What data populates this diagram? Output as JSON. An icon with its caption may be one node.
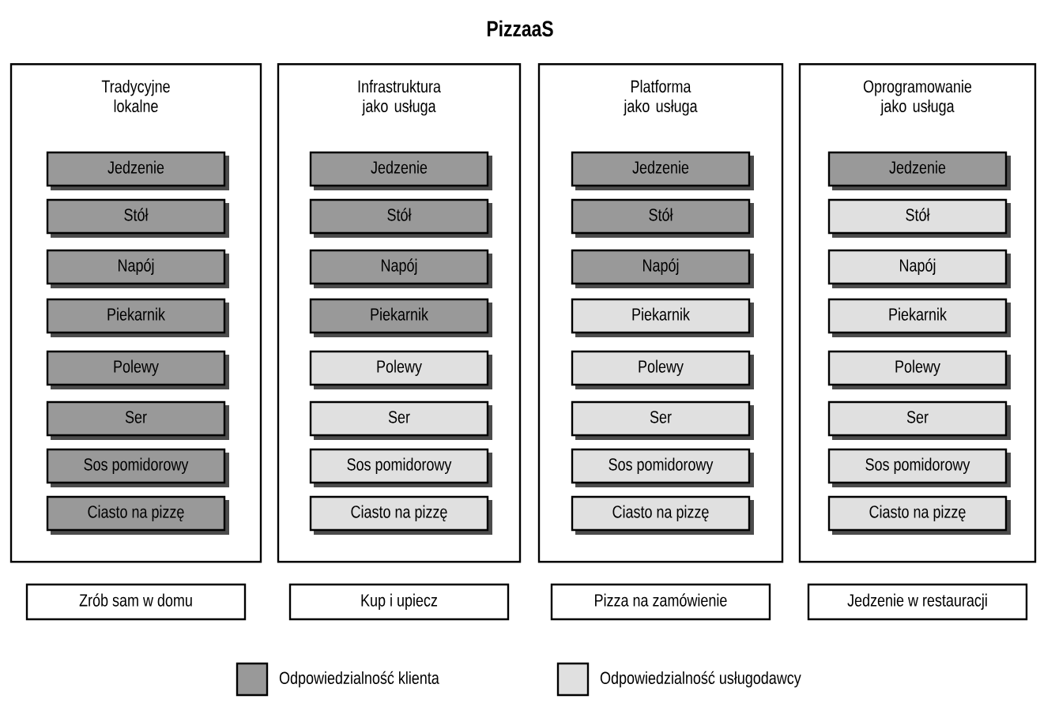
{
  "diagram": {
    "title": "PizzaaS",
    "nodes": [
      {
        "text": [
          "Tradycyjne lokalne"
        ]
      },
      {
        "text": [
          "Jedzenie"
        ],
        "in": 0
      },
      {
        "text": [
          "Stół"
        ],
        "in": 0
      },
      {
        "text": [
          "Napój"
        ],
        "in": 0
      },
      {
        "text": [
          "Piekarnik"
        ],
        "in": 0
      },
      {
        "text": [
          "Polewy"
        ],
        "in": 0
      },
      {
        "text": [
          "Ser"
        ],
        "in": 0
      },
      {
        "text": [
          "Sos pomidorowy"
        ],
        "in": 0
      },
      {
        "text": [
          "Ciasto na pizzę"
        ],
        "in": 0
      },
      {
        "text": [
          "Infrastruktura jako usługa"
        ]
      },
      {
        "text": [
          "Jedzenie"
        ],
        "in": 9
      },
      {
        "text": [
          "Stół"
        ],
        "in": 9
      },
      {
        "text": [
          "Napój"
        ],
        "in": 9
      },
      {
        "text": [
          "Piekarnik"
        ],
        "in": 9
      },
      {
        "text": [
          "Polewy"
        ],
        "in": 9
      },
      {
        "text": [
          "Ser"
        ],
        "in": 9
      },
      {
        "text": [
          "Sos pomidorowy"
        ],
        "in": 9
      },
      {
        "text": [
          "Ciasto na pizzę"
        ],
        "in": 9
      },
      {
        "text": [
          "Platforma jako usługa"
        ]
      },
      {
        "text": [
          "Jedzenie"
        ],
        "in": 18
      },
      {
        "text": [
          "Stół"
        ],
        "in": 18
      },
      {
        "text": [
          "Napój"
        ],
        "in": 18
      },
      {
        "text": [
          "Piekarnik"
        ],
        "in": 18
      },
      {
        "text": [
          "Polewy"
        ],
        "in": 18
      },
      {
        "text": [
          "Ser"
        ],
        "in": 18
      },
      {
        "text": [
          "Sos pomidorowy"
        ],
        "in": 18
      },
      {
        "text": [
          "Ciasto na pizzę"
        ],
        "in": 18
      },
      {
        "text": [
          "Oprogramowanie jako usługa"
        ]
      },
      {
        "text": [
          "Jedzenie"
        ],
        "in": 27
      },
      {
        "text": [
          "Stół"
        ],
        "in": 27
      },
      {
        "text": [
          "Napój"
        ],
        "in": 27
      },
      {
        "text": [
          "Piekarnik"
        ],
        "in": 27
      },
      {
        "text": [
          "Polewy"
        ],
        "in": 27
      },
      {
        "text": [
          "Ser"
        ],
        "in": 27
      },
      {
        "text": [
          "Sos pomidorowy"
        ],
        "in": 27
      },
      {
        "text": [
          "Ciasto na pizzę"
        ],
        "in": 27
      },
      {
        "text": [
          "Zrób sam w domu"
        ]
      },
      {
        "text": [
          "Kup i upiecz"
        ]
      },
      {
        "text": [
          "Pizza na zamówienie"
        ]
      },
      {
        "text": [
          "Jedzenie w restauracji"
        ]
      }
    ],
    "legend": [
      {
        "text": "Odpowiedzialność klienta",
        "color": "#999999"
      },
      {
        "text": "Odpowiedzialność usługodawcy",
        "color": "#e0e0e0"
      }
    ]
  }
}
